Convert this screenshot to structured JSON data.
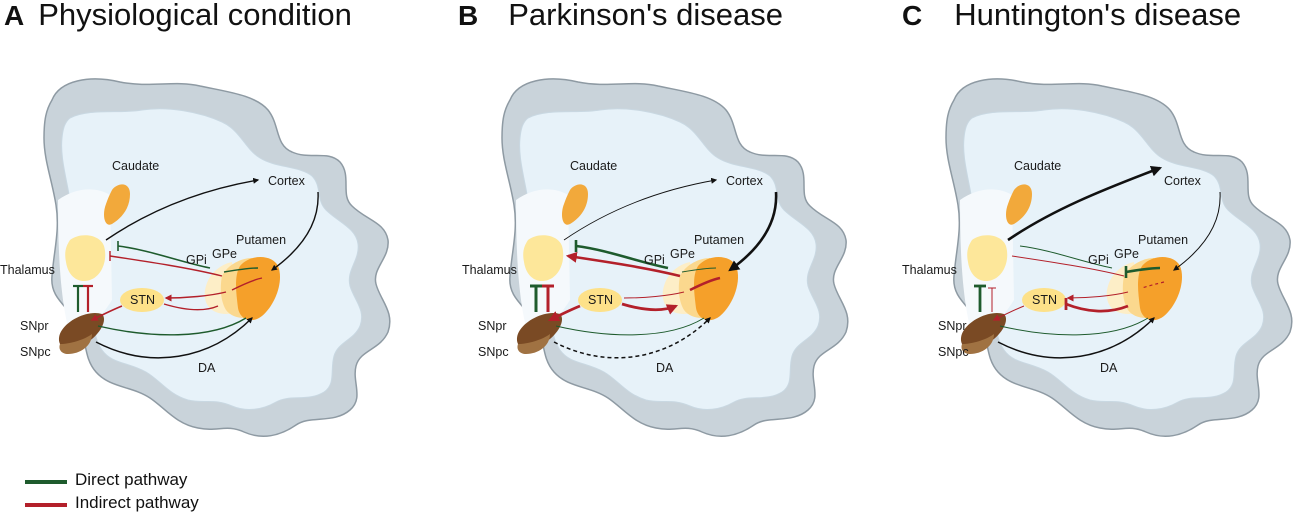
{
  "colors": {
    "direct": "#1e5b2d",
    "indirect": "#b3202a",
    "cortex_gray": "#c9d3da",
    "cortex_edge": "#8e9aa3",
    "white_matter": "#e7f2f9",
    "caudate": "#f2a93b",
    "putamen": "#f5a02a",
    "globus": "#fce3a6",
    "thalamus": "#fde79a",
    "stn": "#fde189",
    "substantia_nigra": "#7a4a24",
    "arrow": "#111111"
  },
  "panels": [
    {
      "letter": "A",
      "title": "Physiological condition",
      "labels": {
        "caudate": "Caudate",
        "cortex": "Cortex",
        "putamen": "Putamen",
        "gpi": "GPi",
        "gpe": "GPe",
        "thalamus": "Thalamus",
        "stn": "STN",
        "snpr": "SNpr",
        "snpc": "SNpc",
        "da": "DA"
      }
    },
    {
      "letter": "B",
      "title": "Parkinson's disease",
      "labels": {
        "caudate": "Caudate",
        "cortex": "Cortex",
        "putamen": "Putamen",
        "gpi": "GPi",
        "gpe": "GPe",
        "thalamus": "Thalamus",
        "stn": "STN",
        "snpr": "SNpr",
        "snpc": "SNpc",
        "da": "DA"
      }
    },
    {
      "letter": "C",
      "title": "Huntington's disease",
      "labels": {
        "caudate": "Caudate",
        "cortex": "Cortex",
        "putamen": "Putamen",
        "gpi": "GPi",
        "gpe": "GPe",
        "thalamus": "Thalamus",
        "stn": "STN",
        "snpr": "SNpr",
        "snpc": "SNpc",
        "da": "DA"
      }
    }
  ],
  "legend": {
    "direct_label": "Direct pathway",
    "indirect_label": "Indirect pathway"
  }
}
